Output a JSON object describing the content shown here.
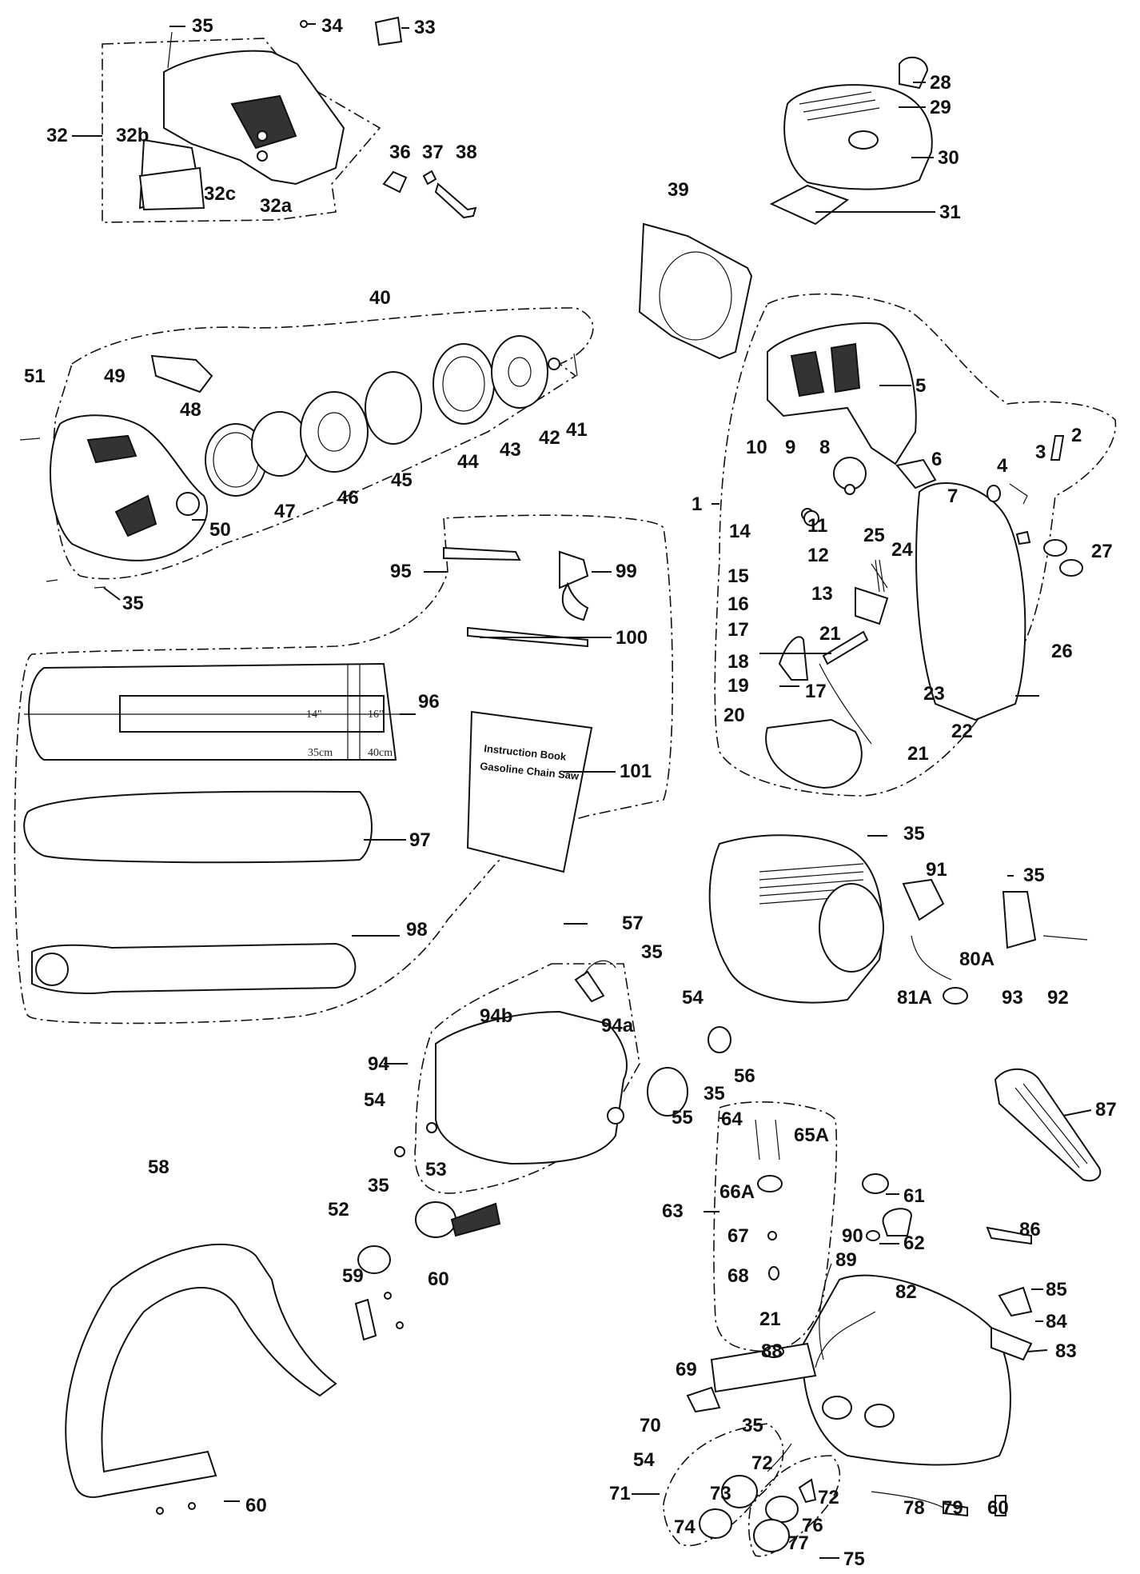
{
  "labels": {
    "p35a": "35",
    "p34": "34",
    "p33": "33",
    "p32": "32",
    "p32b": "32b",
    "p32c": "32c",
    "p32a": "32a",
    "p36": "36",
    "p37": "37",
    "p38": "38",
    "p28": "28",
    "p29": "29",
    "p30": "30",
    "p31": "31",
    "p39": "39",
    "p40": "40",
    "p51": "51",
    "p49": "49",
    "p48": "48",
    "p47": "47",
    "p46": "46",
    "p45": "45",
    "p44": "44",
    "p43": "43",
    "p42": "42",
    "p41": "41",
    "p50": "50",
    "p35b": "35",
    "p95": "95",
    "p99": "99",
    "p100": "100",
    "p96": "96",
    "p101": "101",
    "p97": "97",
    "p98": "98",
    "p5": "5",
    "p1": "1",
    "p10": "10",
    "p9": "9",
    "p8": "8",
    "p6": "6",
    "p4": "4",
    "p3": "3",
    "p2": "2",
    "p7": "7",
    "p14": "14",
    "p11": "11",
    "p25": "25",
    "p24": "24",
    "p12": "12",
    "p27": "27",
    "p15": "15",
    "p13": "13",
    "p16": "16",
    "p17a": "17",
    "p21a": "21",
    "p26": "26",
    "p18": "18",
    "p19": "19",
    "p17b": "17",
    "p23": "23",
    "p20": "20",
    "p22": "22",
    "p21b": "21",
    "p35c": "35",
    "p91": "91",
    "p35d": "35",
    "p57": "57",
    "p35e": "35",
    "p80A": "80A",
    "p81A": "81A",
    "p93": "93",
    "p92": "92",
    "p54a": "54",
    "p94b": "94b",
    "p94a": "94a",
    "p94": "94",
    "p56": "56",
    "p35f": "35",
    "p55": "55",
    "p54b": "54",
    "p87": "87",
    "p64": "64",
    "p65A": "65A",
    "p58": "58",
    "p53": "53",
    "p35g": "35",
    "p52": "52",
    "p63": "63",
    "p66A": "66A",
    "p61": "61",
    "p67": "67",
    "p90": "90",
    "p86": "86",
    "p89": "89",
    "p62": "62",
    "p68": "68",
    "p59": "59",
    "p60a": "60",
    "p85": "85",
    "p82": "82",
    "p21c": "21",
    "p84": "84",
    "p83": "83",
    "p88": "88",
    "p69": "69",
    "p70": "70",
    "p35h": "35",
    "p54c": "54",
    "p72a": "72",
    "p71": "71",
    "p73": "73",
    "p72b": "72",
    "p74": "74",
    "p76": "76",
    "p77": "77",
    "p75": "75",
    "p78": "78",
    "p79": "79",
    "p60b": "60",
    "p60c": "60"
  },
  "bar_marks": {
    "size14": "14\"",
    "size16": "16\"",
    "cm35": "35cm",
    "cm40": "40cm"
  },
  "manual": {
    "line1": "Instruction Book",
    "line2": "Gasoline Chain Saw"
  }
}
